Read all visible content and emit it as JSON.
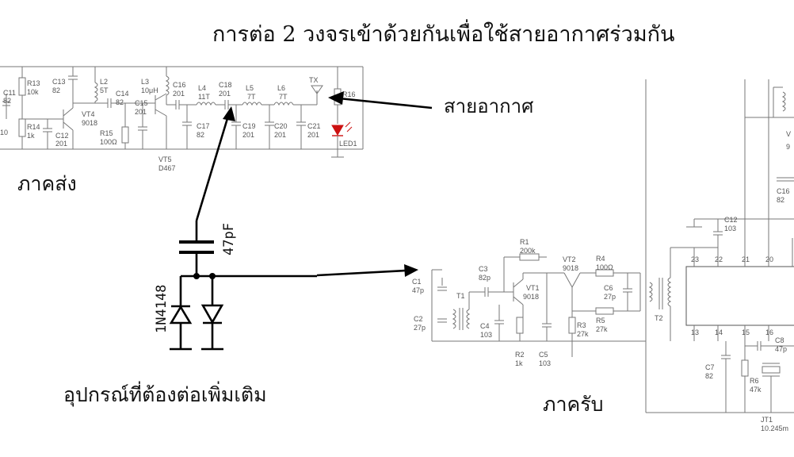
{
  "title": "การต่อ 2 วงจรเข้าด้วยกันเพื่อใช้สายอากาศร่วมกัน",
  "labels": {
    "antenna": "สายอากาศ",
    "transmitter": "ภาคส่ง",
    "receiver": "ภาครับ",
    "extra": "อุปกรณ์ที่ต้องต่อเพิ่มเติม",
    "capacitor": "47pF",
    "diode": "1N4148"
  },
  "tx": {
    "tx": "TX",
    "r16": "R16",
    "led1": "LED1",
    "c11": "C11",
    "c11v": "82",
    "c10": "10",
    "r13": "R13",
    "r13v": "10k",
    "r14": "R14",
    "r14v": "1k",
    "c12": "C12",
    "c12v": "201",
    "c13": "C13",
    "c13v": "82",
    "vt4": "VT4",
    "vt4v": "9018",
    "l2": "L2",
    "l2v": "5T",
    "c14": "C14",
    "c14v": "82",
    "r15": "R15",
    "r15v": "100Ω",
    "l3": "L3",
    "l3v": "10μH",
    "c15": "C15",
    "c15v": "201",
    "vt5": "VT5",
    "vt5v": "D467",
    "c16": "C16",
    "c16v": "201",
    "c17": "C17",
    "c17v": "82",
    "l4": "L4",
    "l4v": "11T",
    "c18": "C18",
    "c18v": "201",
    "l5": "L5",
    "l5v": "7T",
    "c19": "C19",
    "c19v": "201",
    "l6": "L6",
    "l6v": "7T",
    "c20": "C20",
    "c20v": "201",
    "c21": "C21",
    "c21v": "201"
  },
  "rx": {
    "c1": "C1",
    "c1v": "47p",
    "c2": "C2",
    "c2v": "27p",
    "t1": "T1",
    "c3": "C3",
    "c3v": "82p",
    "r1": "R1",
    "r1v": "200k",
    "vt1": "VT1",
    "vt1v": "9018",
    "c4": "C4",
    "c4v": "103",
    "r2": "R2",
    "r2v": "1k",
    "c5": "C5",
    "c5v": "103",
    "vt2": "VT2",
    "vt2v": "9018",
    "r4": "R4",
    "r4v": "100Ω",
    "r3": "R3",
    "r3v": "27k",
    "r5": "R5",
    "r5v": "27k",
    "c6": "C6",
    "c6v": "27p",
    "t2": "T2",
    "c12": "C12",
    "c12v": "103",
    "c7": "C7",
    "c7v": "82",
    "r6": "R6",
    "r6v": "47k",
    "c8": "C8",
    "c8v": "47p",
    "jt1": "JT1",
    "jt1v": "10.245m",
    "c16": "C16",
    "c16v": "82",
    "v": "V",
    "v9": "9",
    "p23": "23",
    "p22": "22",
    "p21": "21",
    "p20": "20",
    "p13": "13",
    "p14": "14",
    "p15": "15",
    "p16": "16"
  }
}
